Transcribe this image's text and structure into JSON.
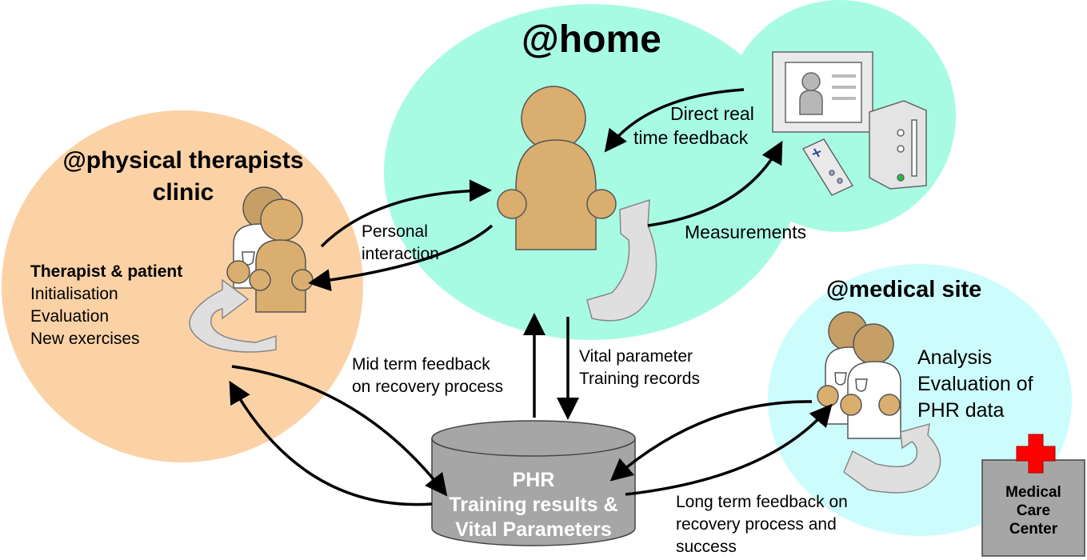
{
  "zones": {
    "home": {
      "title": "@home"
    },
    "clinic": {
      "title_line1": "@physical therapists",
      "title_line2": "clinic",
      "heading": "Therapist & patient",
      "items": [
        "Initialisation",
        "Evaluation",
        "New exercises"
      ]
    },
    "medical": {
      "title": "@medical site",
      "analysis": [
        "Analysis",
        "Evaluation of",
        "PHR data"
      ]
    }
  },
  "labels": {
    "direct_feedback": [
      "Direct real",
      "time feedback"
    ],
    "measurements": "Measurements",
    "personal_interaction": [
      "Personal",
      "interaction"
    ],
    "vital_parameter": [
      "Vital parameter",
      "Training records"
    ],
    "mid_term": [
      "Mid term feedback",
      "on recovery process"
    ],
    "long_term": [
      "Long term feedback on",
      "recovery process and",
      "success"
    ]
  },
  "database": {
    "lines": [
      "PHR",
      "Training results &",
      "Vital Parameters"
    ]
  },
  "care_center": {
    "lines": [
      "Medical",
      "Care",
      "Center"
    ]
  },
  "colors": {
    "home_zone": "#a8fbe3",
    "clinic_zone": "#fbd2a6",
    "medical_zone": "#cdfcfc",
    "person": "#d9ae6e",
    "person_head_back": "#c69f66",
    "database": "#a6a6a6",
    "cross": "#ff0000",
    "cycle_arrow": "#dfdfdf"
  }
}
